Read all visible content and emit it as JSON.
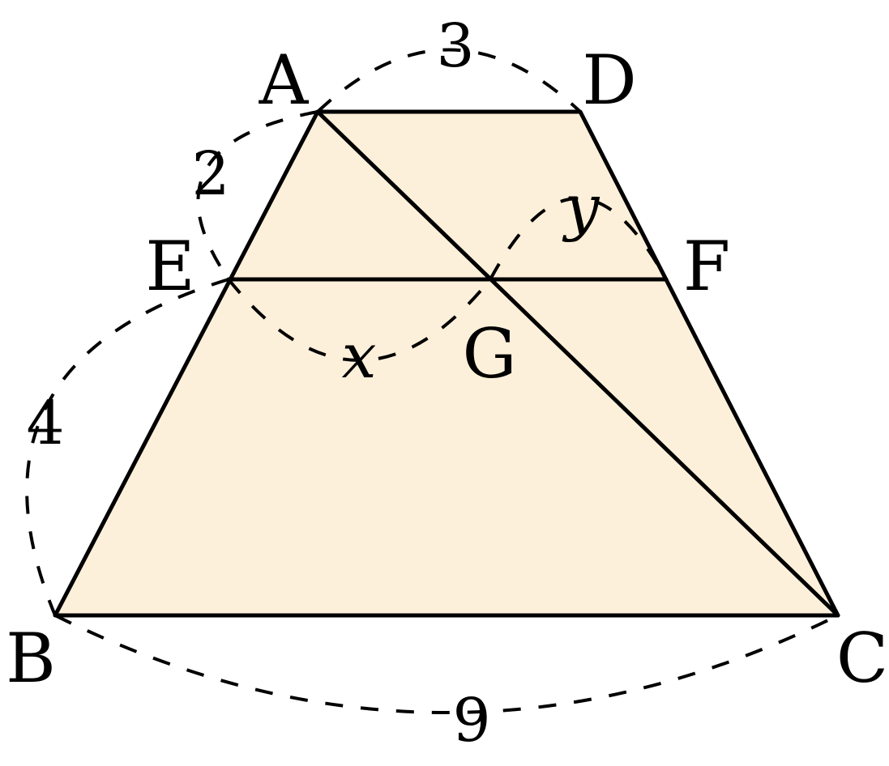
{
  "fill_color": "#fdf0da",
  "line_color": "#000000",
  "points": {
    "A": "A",
    "B": "B",
    "C": "C",
    "D": "D",
    "E": "E",
    "F": "F",
    "G": "G"
  },
  "measures": {
    "AD": "3",
    "AE": "2",
    "EB": "4",
    "BC": "9",
    "EG": "x",
    "GF": "y"
  }
}
